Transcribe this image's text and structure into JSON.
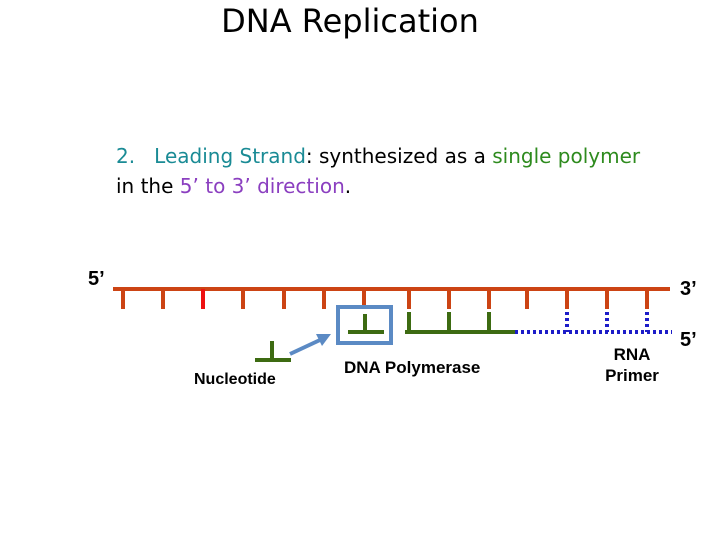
{
  "title": "DNA Replication",
  "description": {
    "number": "2.",
    "term": "Leading Strand",
    "colon": ":  synthesized as a ",
    "highlight": "single polymer",
    "line2_prefix": "in the ",
    "direction": "5’ to 3’ direction",
    "period": "."
  },
  "labels": {
    "template_5prime": "5’",
    "template_3prime": "3’",
    "new_strand_5prime": "5’",
    "nucleotide": "Nucleotide",
    "polymerase": "DNA Polymerase",
    "primer_line1": "RNA",
    "primer_line2": "Primer"
  },
  "colors": {
    "template_strand": "#cc4414",
    "template_highlight": "#ee1111",
    "new_strand": "#3d6b12",
    "rna_primer": "#1c1cc8",
    "polymerase_box": "#5b8ac4",
    "heading_teal": "#1a8b95",
    "polymer_green": "#2e8b1e",
    "direction_purple": "#8b3fc0"
  }
}
